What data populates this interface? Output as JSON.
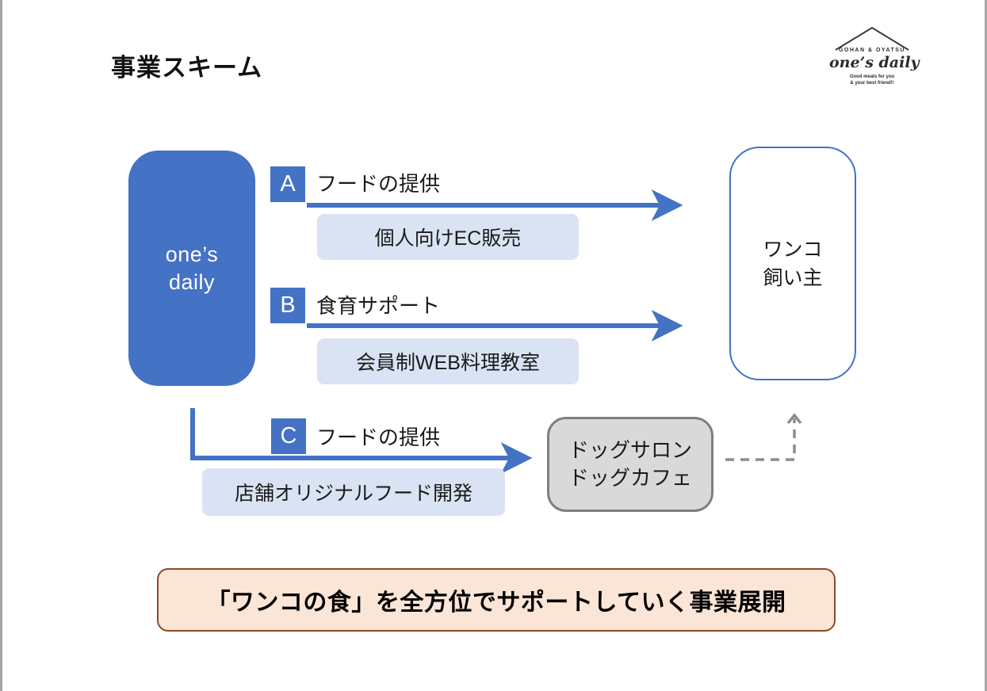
{
  "slide": {
    "title": "事業スキーム",
    "logo": {
      "brand_top": "GOHAN & OYATSU",
      "brand_name": "one’s daily",
      "tagline1": "Good meals for you",
      "tagline2": "& your best friend!!"
    },
    "source_box": {
      "line1": "one’s",
      "line2": "daily"
    },
    "target_box": {
      "line1": "ワンコ",
      "line2": "飼い主"
    },
    "flows": [
      {
        "id": "A",
        "label": "フードの提供",
        "detail": "個人向けEC販売"
      },
      {
        "id": "B",
        "label": "食育サポート",
        "detail": "会員制WEB料理教室"
      },
      {
        "id": "C",
        "label": "フードの提供",
        "detail": "店舗オリジナルフード開発"
      }
    ],
    "partner_box": {
      "line1": "ドッグサロン",
      "line2": "ドッグカフェ"
    },
    "banner": "「ワンコの食」を全方位でサポートしていく事業展開"
  },
  "colors": {
    "accent_blue": "#4472C4",
    "light_blue_fill": "#DAE3F3",
    "gray_fill": "#D9D9D9",
    "gray_border": "#7F7F7F",
    "dashed_gray": "#8C8C8C",
    "banner_fill": "#FBE5D6",
    "banner_border": "#8B4A2B",
    "page_edge": "#A6A6A6"
  }
}
